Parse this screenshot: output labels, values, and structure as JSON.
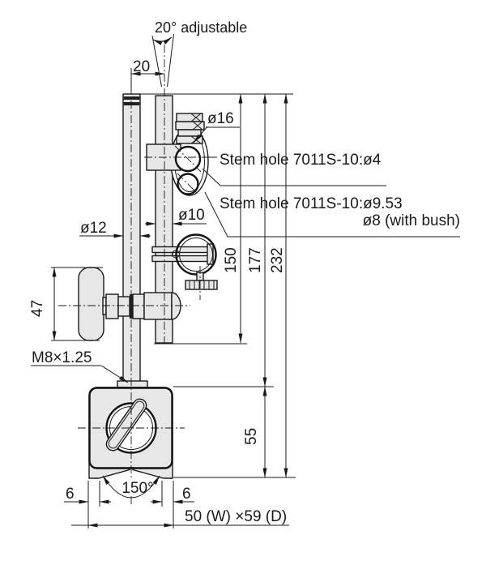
{
  "labels": {
    "adjustable": "20° adjustable",
    "dim20": "20",
    "dia16": "ø16",
    "stem_small": "Stem hole 7011S-10:ø4",
    "stem_large": "Stem hole 7011S-10:ø9.53",
    "stem_bush": "ø8 (with bush)",
    "dia12": "ø12",
    "dia10": "ø10",
    "h150": "150",
    "h177": "177",
    "h232": "232",
    "knob47": "47",
    "thread": "M8×1.25",
    "base55": "55",
    "groove150": "150°",
    "left6": "6",
    "right6": "6",
    "footprint": "50 (W) ×59 (D)"
  },
  "colors": {
    "line": "#1a1a1a",
    "part_fill": "#e7e7e7",
    "background": "#ffffff"
  }
}
